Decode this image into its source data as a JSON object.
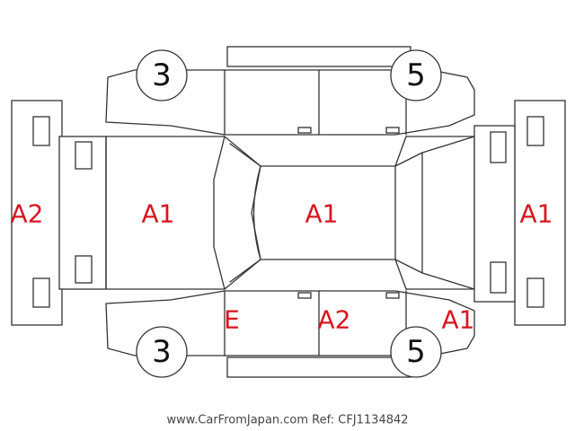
{
  "colors": {
    "line": "#333333",
    "label": "#d8141e",
    "yellow_marker": "#f5e800",
    "red_marker": "#d8141e"
  },
  "labels": {
    "front_bumper": "A2",
    "hood": "A1",
    "roof": "A1",
    "rear_bumper": "A1",
    "lower_left_door": "E",
    "lower_rear_door": "A2",
    "lower_rear_quarter": "A1"
  },
  "wheels": {
    "top_left": "3",
    "top_right": "5",
    "bottom_left": "3",
    "bottom_right": "5"
  },
  "footer": "www.CarFromJapan.com Ref: CFJ1134842"
}
